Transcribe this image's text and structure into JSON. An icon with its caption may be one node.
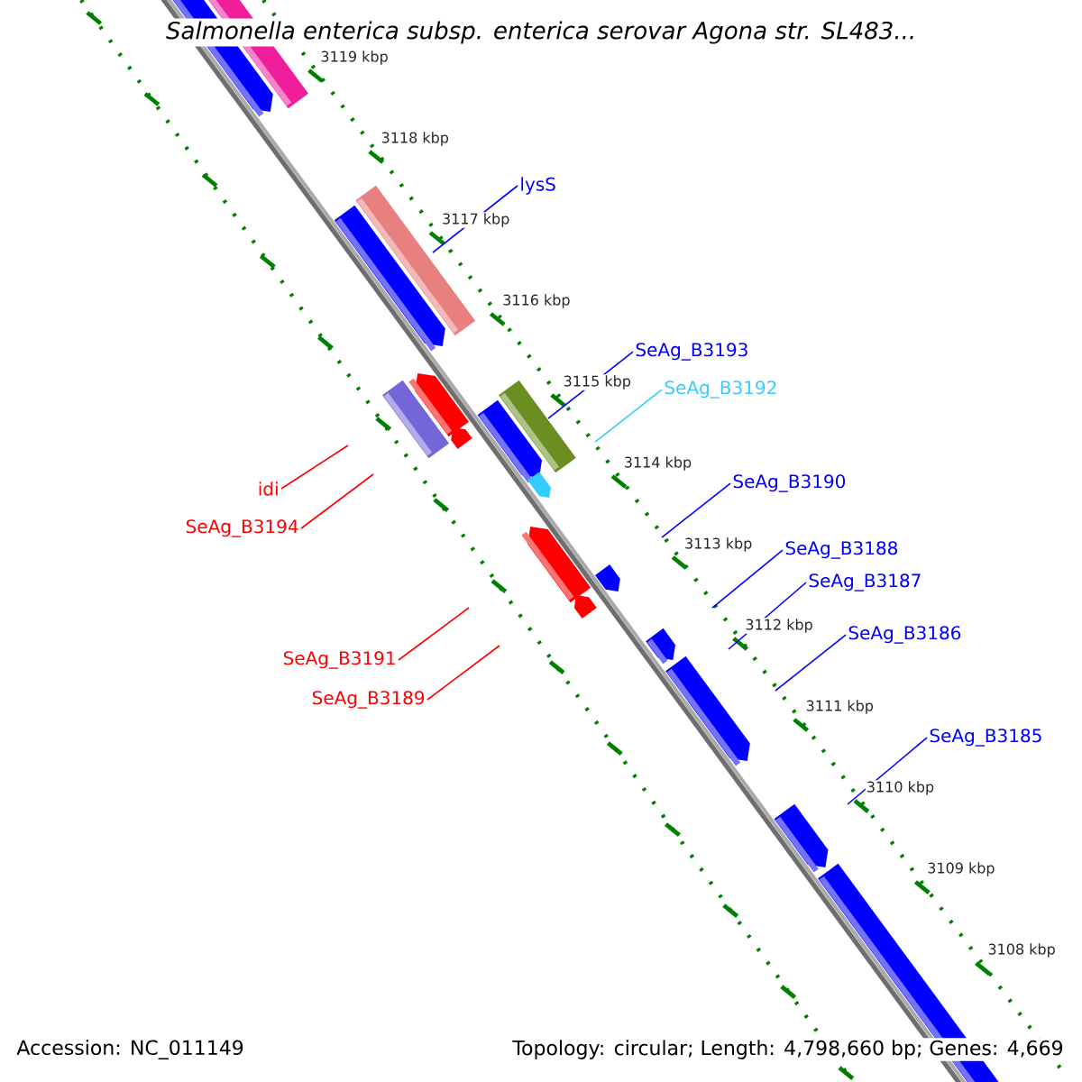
{
  "diagram": {
    "title": "Salmonella enterica subsp. enterica serovar Agona str. SL483...",
    "nodes": [
      {
        "text": [
          "lysS"
        ]
      },
      {
        "text": [
          "SeAg_B3193"
        ]
      },
      {
        "text": [
          "SeAg_B3192"
        ]
      },
      {
        "text": [
          "SeAg_B3190"
        ]
      },
      {
        "text": [
          "idi"
        ]
      },
      {
        "text": [
          "SeAg_B3194"
        ]
      },
      {
        "text": [
          "SeAg_B3188"
        ]
      },
      {
        "text": [
          "SeAg_B3187"
        ]
      },
      {
        "text": [
          "SeAg_B3186"
        ]
      },
      {
        "text": [
          "SeAg_B3191"
        ]
      },
      {
        "text": [
          "SeAg_B3189"
        ]
      },
      {
        "text": [
          "SeAg_B3185"
        ]
      }
    ],
    "edges": [
      {
        "from": 0,
        "to": null,
        "arrow": "none"
      },
      {
        "from": 1,
        "to": null,
        "arrow": "none"
      },
      {
        "from": 2,
        "to": null,
        "arrow": "none",
        "color": "#33ccff"
      },
      {
        "from": 3,
        "to": null,
        "arrow": "none"
      },
      {
        "from": 4,
        "to": null,
        "arrow": "none",
        "color": "#ff0000"
      },
      {
        "from": 5,
        "to": null,
        "arrow": "none",
        "color": "#ff0000"
      },
      {
        "from": 6,
        "to": null,
        "arrow": "none"
      },
      {
        "from": 7,
        "to": null,
        "arrow": "none"
      },
      {
        "from": 8,
        "to": null,
        "arrow": "none"
      },
      {
        "from": 9,
        "to": null,
        "arrow": "none",
        "color": "#ff0000"
      },
      {
        "from": 10,
        "to": null,
        "arrow": "none",
        "color": "#ff0000"
      },
      {
        "from": 11,
        "to": null,
        "arrow": "none"
      }
    ],
    "labels": [
      "3119 kbp",
      "3118 kbp",
      "3117 kbp",
      "3116 kbp",
      "3115 kbp",
      "3114 kbp",
      "3113 kbp",
      "3112 kbp",
      "3111 kbp",
      "3110 kbp",
      "3109 kbp",
      "3108 kbp",
      "Accession: NC_011149",
      "Topology: circular; Length: 4,798,660 bp; Genes: 4,669"
    ]
  }
}
